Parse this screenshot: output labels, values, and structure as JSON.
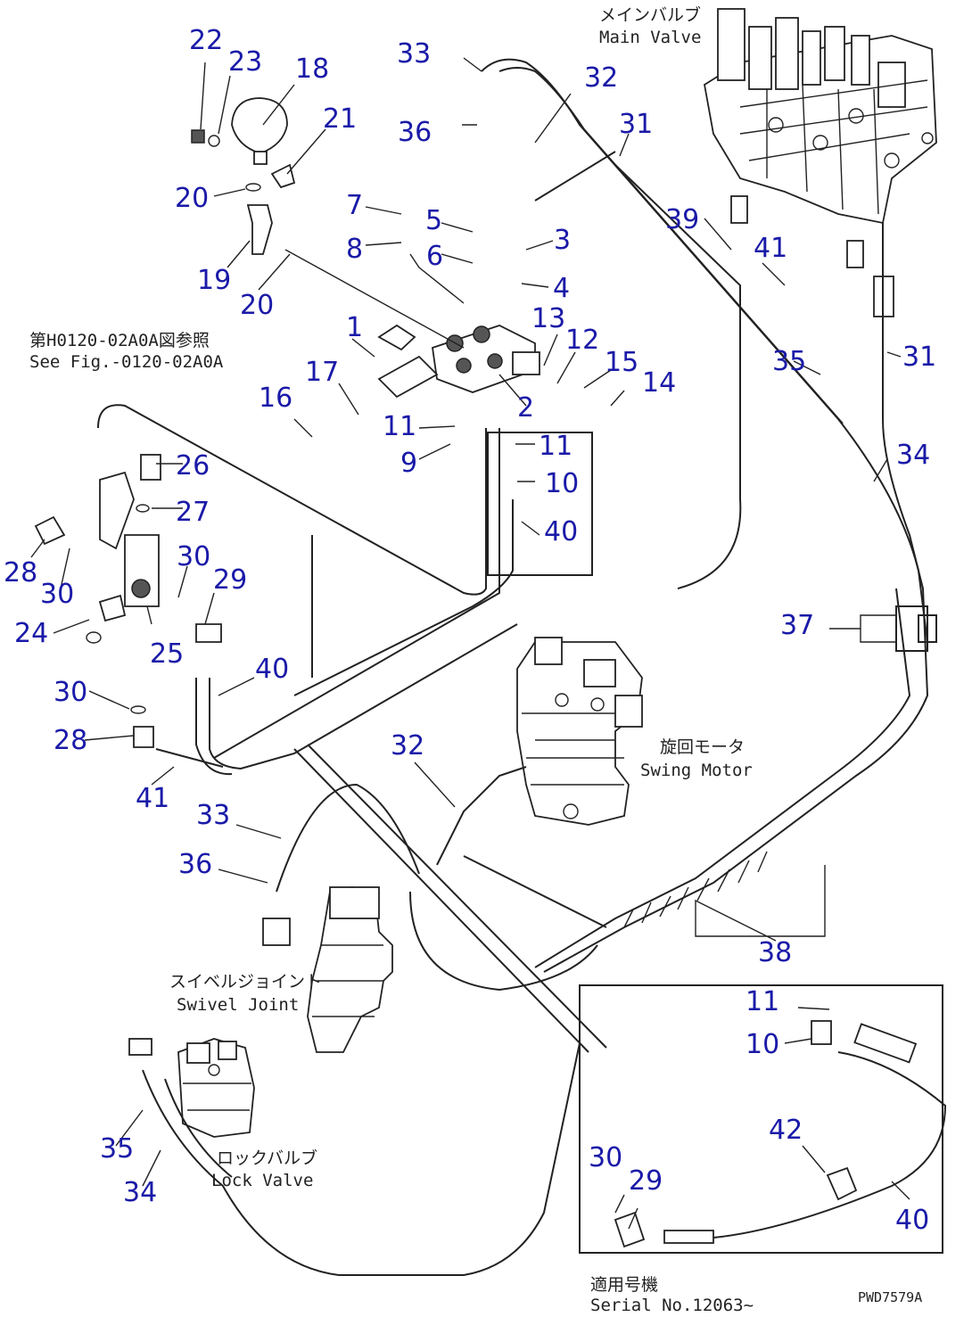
{
  "diagram": {
    "captions": {
      "main_valve_jp": "メインバルブ",
      "main_valve_en": "Main Valve",
      "see_fig_jp": "第H0120-02A0A図参照",
      "see_fig_en": "See Fig.-0120-02A0A",
      "swing_motor_jp": "旋回モータ",
      "swing_motor_en": "Swing Motor",
      "swivel_joint_jp": "スイベルジョイント",
      "swivel_joint_en": "Swivel Joint",
      "lock_valve_jp": "ロックバルブ",
      "lock_valve_en": "Lock Valve",
      "serial_jp": "適用号機",
      "serial_en": "Serial No.12063~",
      "drawing_code": "PWD7579A"
    },
    "labels": [
      {
        "id": "c22",
        "text": "22"
      },
      {
        "id": "c23",
        "text": "23"
      },
      {
        "id": "c18",
        "text": "18"
      },
      {
        "id": "c21",
        "text": "21"
      },
      {
        "id": "c20a",
        "text": "20"
      },
      {
        "id": "c19",
        "text": "19"
      },
      {
        "id": "c20b",
        "text": "20"
      },
      {
        "id": "c33a",
        "text": "33"
      },
      {
        "id": "c36a",
        "text": "36"
      },
      {
        "id": "c32a",
        "text": "32"
      },
      {
        "id": "c31a",
        "text": "31"
      },
      {
        "id": "c7",
        "text": "7"
      },
      {
        "id": "c5",
        "text": "5"
      },
      {
        "id": "c8",
        "text": "8"
      },
      {
        "id": "c6",
        "text": "6"
      },
      {
        "id": "c3",
        "text": "3"
      },
      {
        "id": "c4",
        "text": "4"
      },
      {
        "id": "c39",
        "text": "39"
      },
      {
        "id": "c41a",
        "text": "41"
      },
      {
        "id": "c1",
        "text": "1"
      },
      {
        "id": "c13",
        "text": "13"
      },
      {
        "id": "c12",
        "text": "12"
      },
      {
        "id": "c15",
        "text": "15"
      },
      {
        "id": "c14",
        "text": "14"
      },
      {
        "id": "c35a",
        "text": "35"
      },
      {
        "id": "c31b",
        "text": "31"
      },
      {
        "id": "c17",
        "text": "17"
      },
      {
        "id": "c16",
        "text": "16"
      },
      {
        "id": "c2",
        "text": "2"
      },
      {
        "id": "c11a",
        "text": "11"
      },
      {
        "id": "c9",
        "text": "9"
      },
      {
        "id": "c11b",
        "text": "11"
      },
      {
        "id": "c10a",
        "text": "10"
      },
      {
        "id": "c40a",
        "text": "40"
      },
      {
        "id": "c34a",
        "text": "34"
      },
      {
        "id": "c26",
        "text": "26"
      },
      {
        "id": "c27",
        "text": "27"
      },
      {
        "id": "c28a",
        "text": "28"
      },
      {
        "id": "c30a",
        "text": "30"
      },
      {
        "id": "c30b",
        "text": "30"
      },
      {
        "id": "c29a",
        "text": "29"
      },
      {
        "id": "c24",
        "text": "24"
      },
      {
        "id": "c25",
        "text": "25"
      },
      {
        "id": "c37",
        "text": "37"
      },
      {
        "id": "c40b",
        "text": "40"
      },
      {
        "id": "c30c",
        "text": "30"
      },
      {
        "id": "c28b",
        "text": "28"
      },
      {
        "id": "c41b",
        "text": "41"
      },
      {
        "id": "c32b",
        "text": "32"
      },
      {
        "id": "c33b",
        "text": "33"
      },
      {
        "id": "c36b",
        "text": "36"
      },
      {
        "id": "c38",
        "text": "38"
      },
      {
        "id": "c11c",
        "text": "11"
      },
      {
        "id": "c10b",
        "text": "10"
      },
      {
        "id": "c42",
        "text": "42"
      },
      {
        "id": "c30d",
        "text": "30"
      },
      {
        "id": "c29b",
        "text": "29"
      },
      {
        "id": "c40c",
        "text": "40"
      },
      {
        "id": "c35b",
        "text": "35"
      },
      {
        "id": "c34b",
        "text": "34"
      }
    ]
  }
}
